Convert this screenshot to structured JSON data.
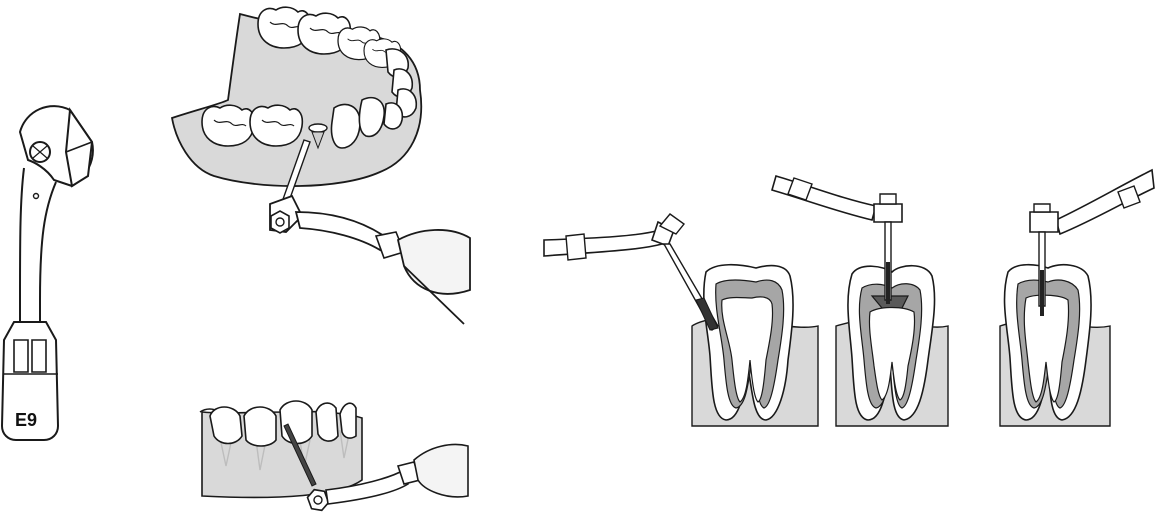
{
  "tip": {
    "label": "E9"
  },
  "colors": {
    "outline": "#1a1a1a",
    "gum": "#d9d9d9",
    "gum_dark": "#bdbdbd",
    "tooth": "#ffffff",
    "dentin": "#a6a6a6",
    "pulp": "#5a5a5a",
    "handpiece": "#f4f4f4"
  },
  "figures": [
    {
      "id": "scaler-tip",
      "icon": "scaler-tip-icon"
    },
    {
      "id": "upper-arch-scaling",
      "icon": "upper-arch-scaling-icon"
    },
    {
      "id": "lower-arch-scaling",
      "icon": "lower-arch-scaling-icon"
    },
    {
      "id": "root-canal-step-1",
      "icon": "tooth-cross-section-icon"
    },
    {
      "id": "root-canal-step-2",
      "icon": "tooth-cross-section-icon"
    },
    {
      "id": "root-canal-step-3",
      "icon": "tooth-cross-section-icon"
    }
  ]
}
